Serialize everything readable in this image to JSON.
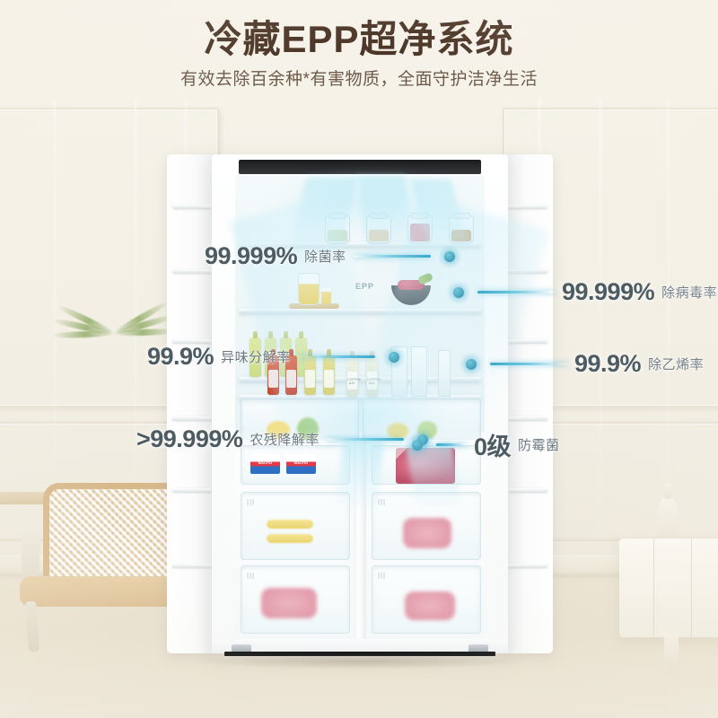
{
  "header": {
    "title": "冷藏EPP超净系统",
    "subtitle": "有效去除百余种*有害物质，全面守护洁净生活"
  },
  "product": {
    "interior_module_label": "EPP",
    "bottle_label": "COFFEE DAY",
    "butter_label": "МАСЛО"
  },
  "callouts": [
    {
      "id": "sterilization",
      "value": "99.999%",
      "label": "除菌率",
      "side": "left",
      "dot": "right"
    },
    {
      "id": "virus",
      "value": "99.999%",
      "label": "除病毒率",
      "side": "right",
      "dot": "left"
    },
    {
      "id": "odor",
      "value": "99.9%",
      "label": "异味分解率",
      "side": "left",
      "dot": "right"
    },
    {
      "id": "ethylene",
      "value": "99.9%",
      "label": "除乙烯率",
      "side": "right",
      "dot": "left"
    },
    {
      "id": "pesticide",
      "value": ">99.999%",
      "label": "农残降解率",
      "side": "left",
      "dot": "right"
    },
    {
      "id": "mold",
      "value": "0级",
      "label": "防霉菌",
      "side": "right",
      "dot": "left"
    }
  ],
  "colors": {
    "title_brown": "#4b3526",
    "subtitle_brown": "#6d5a49",
    "callout_value": "#4d5b63",
    "callout_label": "#6b7982",
    "accent_teal": "#3ba8c9",
    "dot_teal": "#2f93ae",
    "background_cream": "#f2efe6",
    "floor_cream": "#eae3d2"
  }
}
